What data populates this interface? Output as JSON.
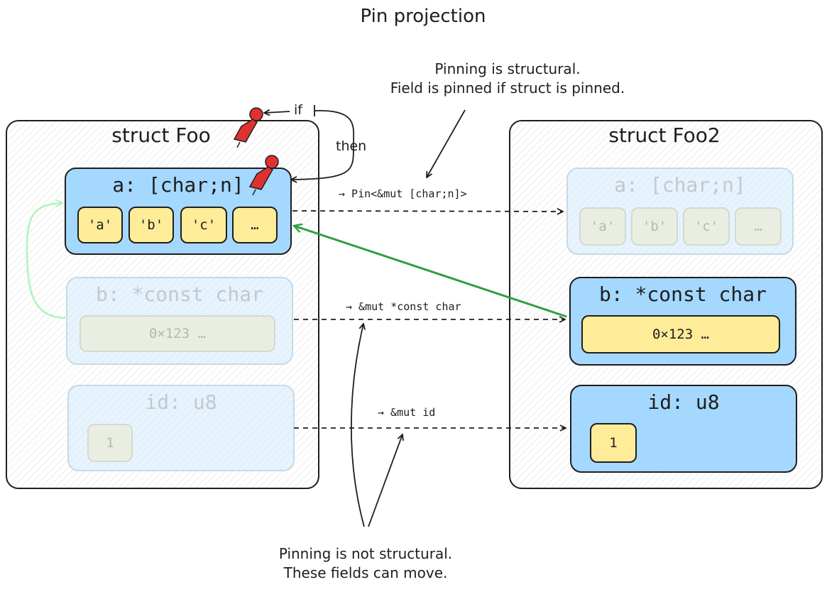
{
  "title": "Pin projection",
  "note_top": {
    "line1": "Pinning is structural.",
    "line2": "Field is pinned if struct is pinned."
  },
  "note_bottom": {
    "line1": "Pinning is not structural.",
    "line2": "These fields can move."
  },
  "pin_labels": {
    "if": "if",
    "then": "then"
  },
  "left_struct": {
    "title": "struct Foo",
    "field_a": {
      "title": "a: [char;n]",
      "cells": [
        "'a'",
        "'b'",
        "'c'",
        "…"
      ]
    },
    "field_b": {
      "title": "b: *const char",
      "value": "0×123 …"
    },
    "field_id": {
      "title": "id: u8",
      "value": "1"
    }
  },
  "right_struct": {
    "title": "struct Foo2",
    "field_a": {
      "title": "a: [char;n]",
      "cells": [
        "'a'",
        "'b'",
        "'c'",
        "…"
      ]
    },
    "field_b": {
      "title": "b: *const char",
      "value": "0×123 …"
    },
    "field_id": {
      "title": "id: u8",
      "value": "1"
    }
  },
  "arrow_labels": {
    "a": "→ Pin<&mut [char;n]>",
    "b": "→ &mut *const char",
    "id": "→ &mut id"
  },
  "colors": {
    "field_blue": "#a5d8ff",
    "cell_yellow": "#ffec99",
    "green_arrow": "#2f9e44",
    "pin_red": "#e03131"
  }
}
